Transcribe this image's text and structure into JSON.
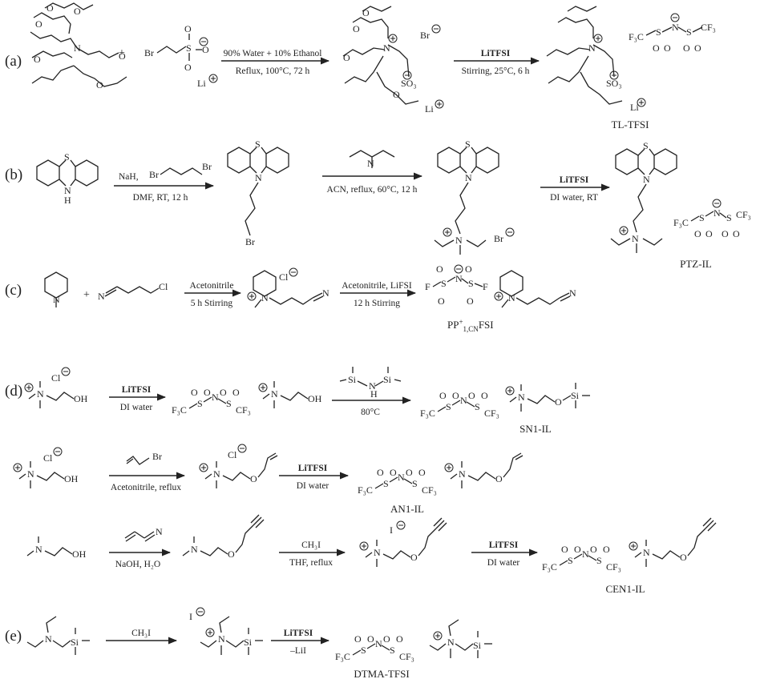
{
  "rows": {
    "a": {
      "tag": "(a)",
      "plus": "+",
      "bromide_counterion": "Br",
      "lithium": "Li",
      "arrows": [
        {
          "above": "90% Water + 10% Ethanol",
          "below": "Reflux, 100°C, 72 h"
        },
        {
          "above": "LiTFSI",
          "below": "Stirring, 25°C, 6 h"
        }
      ],
      "product_name": "TL-TFSI"
    },
    "b": {
      "tag": "(b)",
      "arrows": [
        {
          "above": "NaH,",
          "below": "DMF, RT, 12 h"
        },
        {
          "above": "",
          "below": "ACN, reflux, 60°C, 12 h"
        },
        {
          "above": "LiTFSI",
          "below": "DI water, RT"
        }
      ],
      "product_name": "PTZ-IL"
    },
    "c": {
      "tag": "(c)",
      "plus": "+",
      "chloride": "Cl",
      "arrows": [
        {
          "above": "Acetonitrile",
          "below": "5 h Stirring"
        },
        {
          "above": "Acetonitrile, LiFSI",
          "below": "12 h Stirring"
        }
      ],
      "product_name_base": "PP",
      "product_name_sup": "+",
      "product_name_sub": "1,CN",
      "product_name_tail": "FSI"
    },
    "d": {
      "tag": "(d)",
      "chloride": "Cl",
      "arrows": [
        {
          "above": "LiTFSI",
          "below": "DI water"
        },
        {
          "above": "",
          "below": "80°C"
        }
      ],
      "product_name": "SN1-IL"
    },
    "d2": {
      "chloride": "Cl",
      "arrows": [
        {
          "above": "",
          "below": "Acetonitrile, reflux"
        },
        {
          "above": "LiTFSI",
          "below": "DI water"
        }
      ],
      "product_name": "AN1-IL"
    },
    "d3": {
      "iodide": "I",
      "arrows": [
        {
          "above": "",
          "below": "NaOH, H₂O"
        },
        {
          "above": "CH₃I",
          "below": "THF, reflux"
        },
        {
          "above": "LiTFSI",
          "below": "DI water"
        }
      ],
      "product_name": "CEN1-IL"
    },
    "e": {
      "tag": "(e)",
      "iodide": "I",
      "arrows": [
        {
          "above": "CH₃I",
          "below": ""
        },
        {
          "above": "LiTFSI",
          "below": "–LiI"
        }
      ],
      "product_name": "DTMA-TFSI"
    }
  },
  "atoms": {
    "O": "O",
    "N": "N",
    "S": "S",
    "Si": "Si",
    "H": "H",
    "F": "F",
    "Br": "Br",
    "Cl": "Cl",
    "OH": "OH",
    "CF3": "CF₃",
    "F3C": "F₃C",
    "SO3": "SO₃"
  }
}
